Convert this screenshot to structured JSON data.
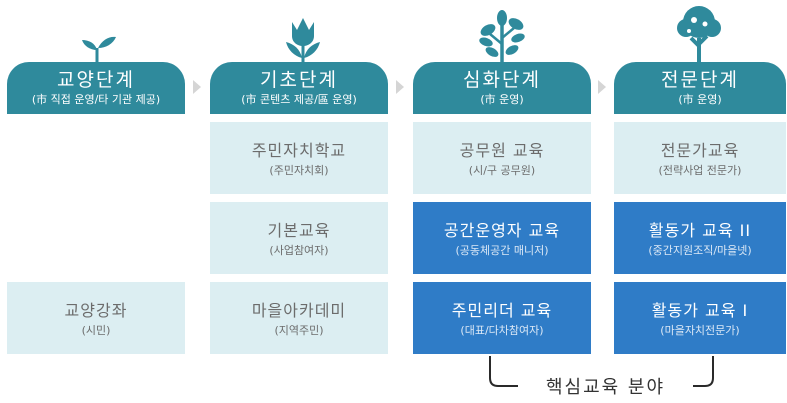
{
  "columns": [
    {
      "title": "교양단계",
      "subtitle": "(市 직접 운영/타 기관 제공)"
    },
    {
      "title": "기초단계",
      "subtitle": "(市 콘텐츠 제공/區 운영)"
    },
    {
      "title": "심화단계",
      "subtitle": "(市 운영)"
    },
    {
      "title": "전문단계",
      "subtitle": "(市 운영)"
    }
  ],
  "rows": [
    {
      "col2": {
        "main": "주민자치학교",
        "sub": "(주민자치회)"
      },
      "col3": {
        "main": "공무원 교육",
        "sub": "(시/구 공무원)"
      },
      "col4": {
        "main": "전문가교육",
        "sub": "(전략사업 전문가)"
      }
    },
    {
      "col2": {
        "main": "기본교육",
        "sub": "(사업참여자)"
      },
      "col3": {
        "main": "공간운영자 교육",
        "sub": "(공동체공간 매니저)"
      },
      "col4": {
        "main": "활동가 교육 II",
        "sub": "(중간지원조직/마을넷)"
      }
    },
    {
      "col1": {
        "main": "교양강좌",
        "sub": "(시민)"
      },
      "col2": {
        "main": "마을아카데미",
        "sub": "(지역주민)"
      },
      "col3": {
        "main": "주민리더 교육",
        "sub": "(대표/다차참여자)"
      },
      "col4": {
        "main": "활동가 교육 I",
        "sub": "(마을자치전문가)"
      }
    }
  ],
  "core_label": "핵심교육 분야",
  "colors": {
    "header": "#2f8a9c",
    "light_cell": "#dceef2",
    "blue_cell": "#2f7cc7",
    "arrow": "#d5d5d5"
  },
  "icons": [
    "sprout-icon",
    "tulip-icon",
    "small-tree-icon",
    "fruit-tree-icon"
  ]
}
